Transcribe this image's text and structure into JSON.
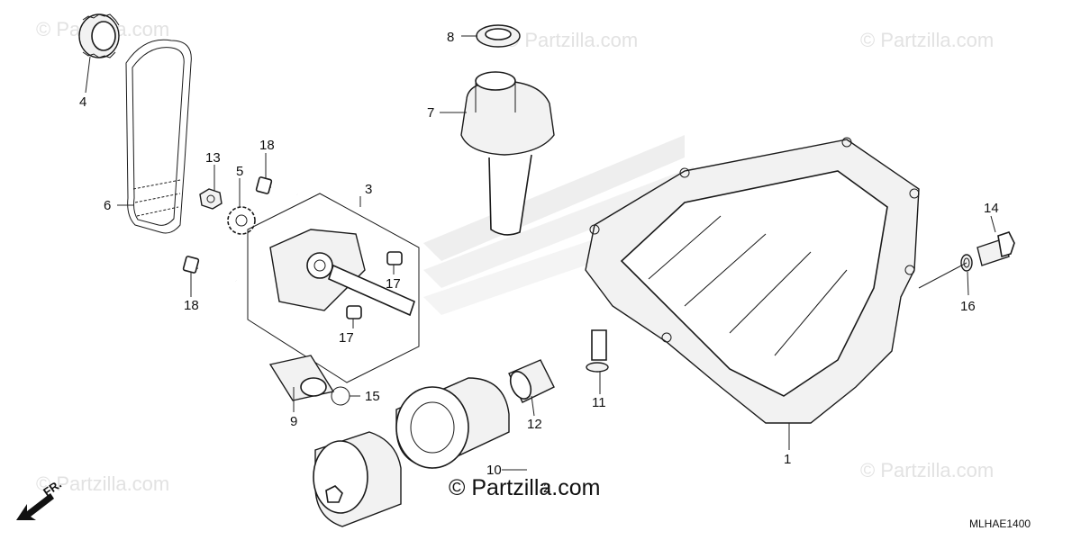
{
  "watermarks": {
    "top_left": "© Partzilla.com",
    "top_center": "© Partzilla.com",
    "top_right": "© Partzilla.com",
    "bottom_left": "© Partzilla.com",
    "bottom_right": "© Partzilla.com",
    "center": "© Partzilla.com"
  },
  "front_label": "FR.",
  "diagram_code": "MLHAE1400",
  "callouts": {
    "p1": "1",
    "p2": "2",
    "p3": "3",
    "p4": "4",
    "p5": "5",
    "p6": "6",
    "p7": "7",
    "p8": "8",
    "p9": "9",
    "p10": "10",
    "p11": "11",
    "p12": "12",
    "p13": "13",
    "p14": "14",
    "p15": "15",
    "p16": "16",
    "p17a": "17",
    "p17b": "17",
    "p18a": "18",
    "p18b": "18"
  }
}
